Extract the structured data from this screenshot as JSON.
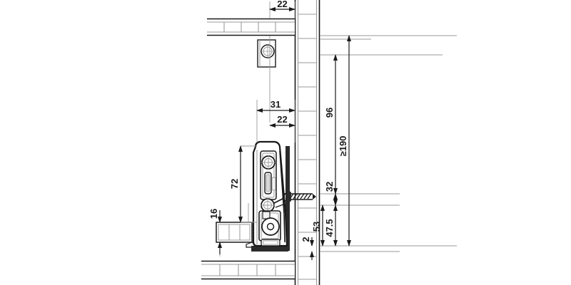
{
  "drawing": {
    "title": "Cabinet drawer lift mechanism cross-section",
    "type": "technical-cross-section",
    "units": "mm",
    "background_color": "#ffffff",
    "line_color": "#1a1a1a",
    "hatch_color": "#9a9a9a",
    "fill_light": "#f2f2f2",
    "fill_mid": "#d9d9d9",
    "fill_dark": "#2b2b2b"
  },
  "dimensions": {
    "top_offset": {
      "label": "22",
      "orientation": "horizontal"
    },
    "front_offset": {
      "label": "31",
      "orientation": "horizontal"
    },
    "mount_offset": {
      "label": "22",
      "orientation": "horizontal"
    },
    "panel_thickness": {
      "label": "16",
      "orientation": "vertical"
    },
    "body_height": {
      "label": "72",
      "orientation": "vertical"
    },
    "upper_clearance": {
      "label": "96",
      "orientation": "vertical"
    },
    "total_min": {
      "label": "≥190",
      "orientation": "vertical"
    },
    "screw_height": {
      "label": "32",
      "orientation": "vertical"
    },
    "cam_height": {
      "label": "53",
      "orientation": "vertical"
    },
    "base_height": {
      "label": "47.5",
      "orientation": "vertical"
    },
    "gap": {
      "label": "2",
      "orientation": "vertical"
    }
  },
  "components": {
    "top_shelf": "horizontal-shelf-panel",
    "bottom_shelf": "horizontal-shelf-panel",
    "side_wall": "vertical-cabinet-wall",
    "drawer_bottom": "drawer-bottom-panel",
    "mechanism": "slide-lift-mechanism-body",
    "upper_pivot": "upper-pivot-pin",
    "lower_pivot": "lower-pivot-pin",
    "cam_wheel": "adjustment-cam-wheel",
    "fixing_screw": "wall-fixing-screw",
    "hinge_cup": "hinge-cup-assembly"
  }
}
